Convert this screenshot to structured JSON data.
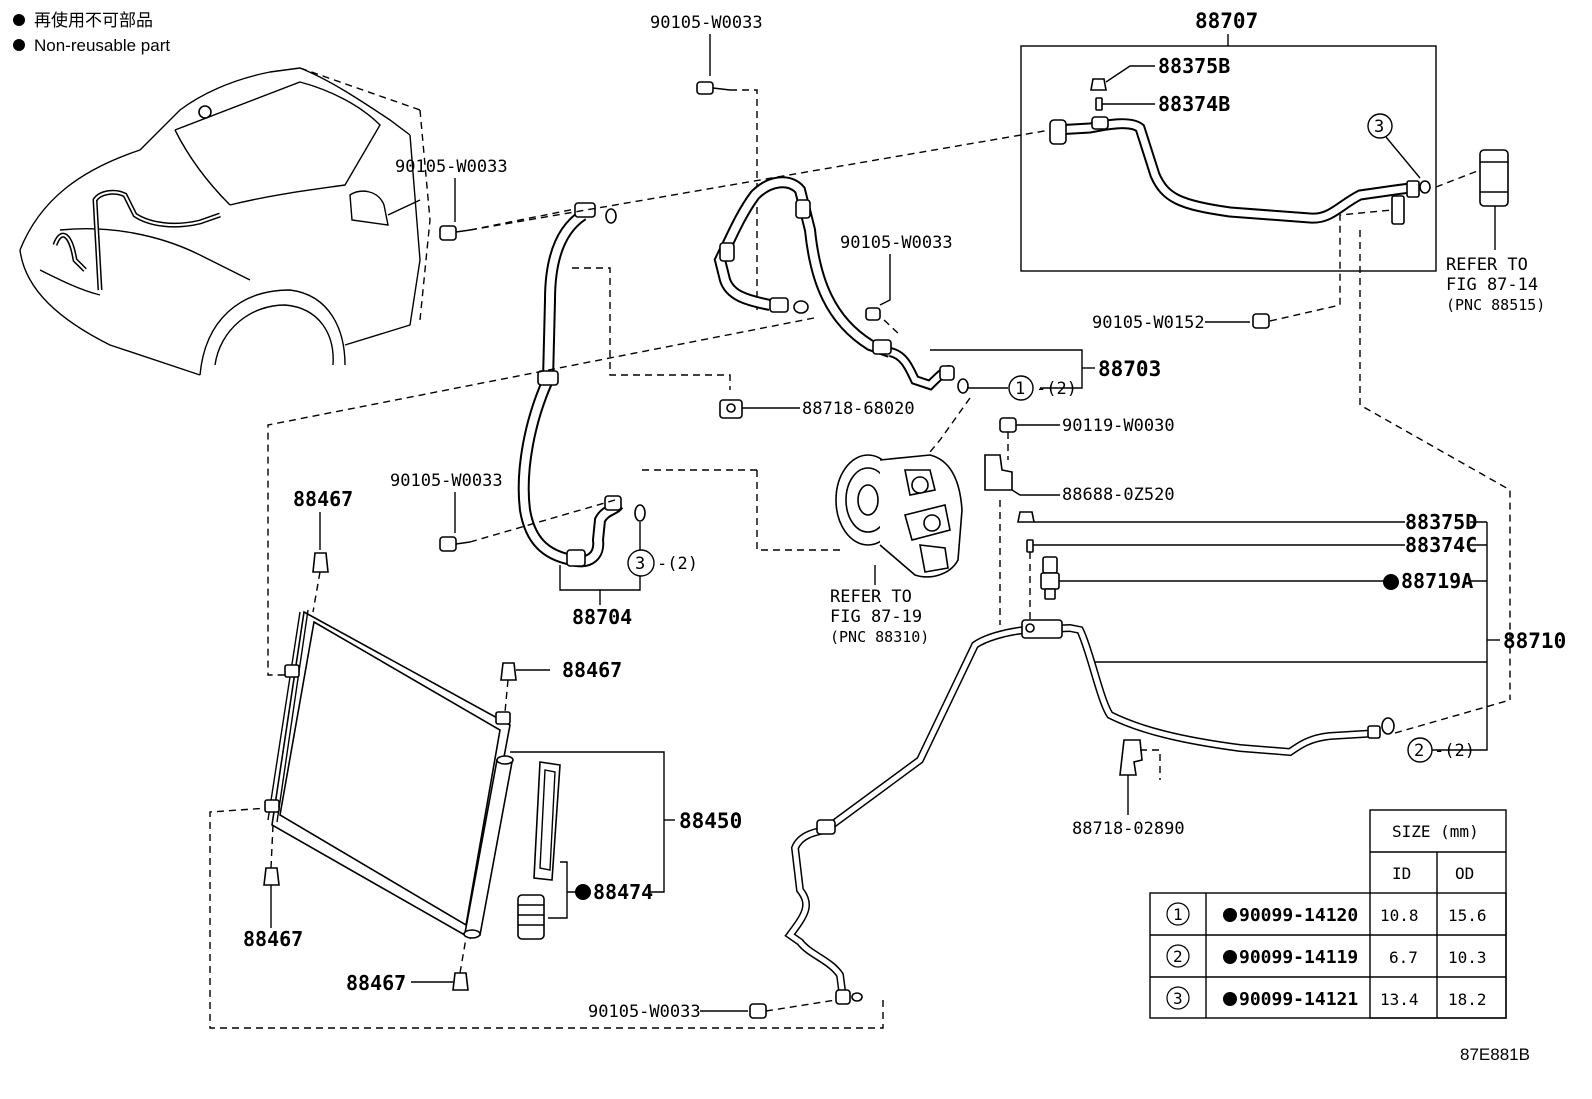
{
  "legend": {
    "japanese": "再使用不可部品",
    "english": "Non-reusable part"
  },
  "labels": {
    "l88707": "88707",
    "l88375B": "88375B",
    "l88374B": "88374B",
    "l3_top": "3",
    "refer_87_14_a": "REFER TO",
    "refer_87_14_b": "FIG 87-14",
    "refer_87_14_c": "(PNC 88515)",
    "l90105_W0152": "90105-W0152",
    "l90105_W0033_top": "90105-W0033",
    "l90105_W0033_left": "90105-W0033",
    "l90105_W0033_mid": "90105-W0033",
    "l90105_W0033_lower": "90105-W0033",
    "l90105_W0033_bottom": "90105-W0033",
    "l88703": "88703",
    "l1_qty": "1",
    "l1_qty_suffix": "-(2)",
    "l88718_68020": "88718-68020",
    "l90119_W0030": "90119-W0030",
    "l88688_0Z520": "88688-0Z520",
    "l88375D": "88375D",
    "l88374C": "88374C",
    "l88719A": "88719A",
    "l88710": "88710",
    "l2_qty": "2",
    "l2_qty_suffix": "-(2)",
    "l88718_02890": "88718-02890",
    "l88467_a": "88467",
    "l88467_b": "88467",
    "l88467_c": "88467",
    "l88467_d": "88467",
    "l3_qty": "3",
    "l3_qty_suffix": "-(2)",
    "l88704": "88704",
    "refer_87_19_a": "REFER TO",
    "refer_87_19_b": "FIG 87-19",
    "refer_87_19_c": "(PNC 88310)",
    "l88450": "88450",
    "l88474": "88474",
    "figure_id": "87E881B"
  },
  "size_table": {
    "header": "SIZE (mm)",
    "col_id": "ID",
    "col_od": "OD",
    "rows": [
      {
        "ref": "1",
        "part": "90099-14120",
        "id": "10.8",
        "od": "15.6"
      },
      {
        "ref": "2",
        "part": "90099-14119",
        "id": "6.7",
        "od": "10.3"
      },
      {
        "ref": "3",
        "part": "90099-14121",
        "id": "13.4",
        "od": "18.2"
      }
    ]
  }
}
